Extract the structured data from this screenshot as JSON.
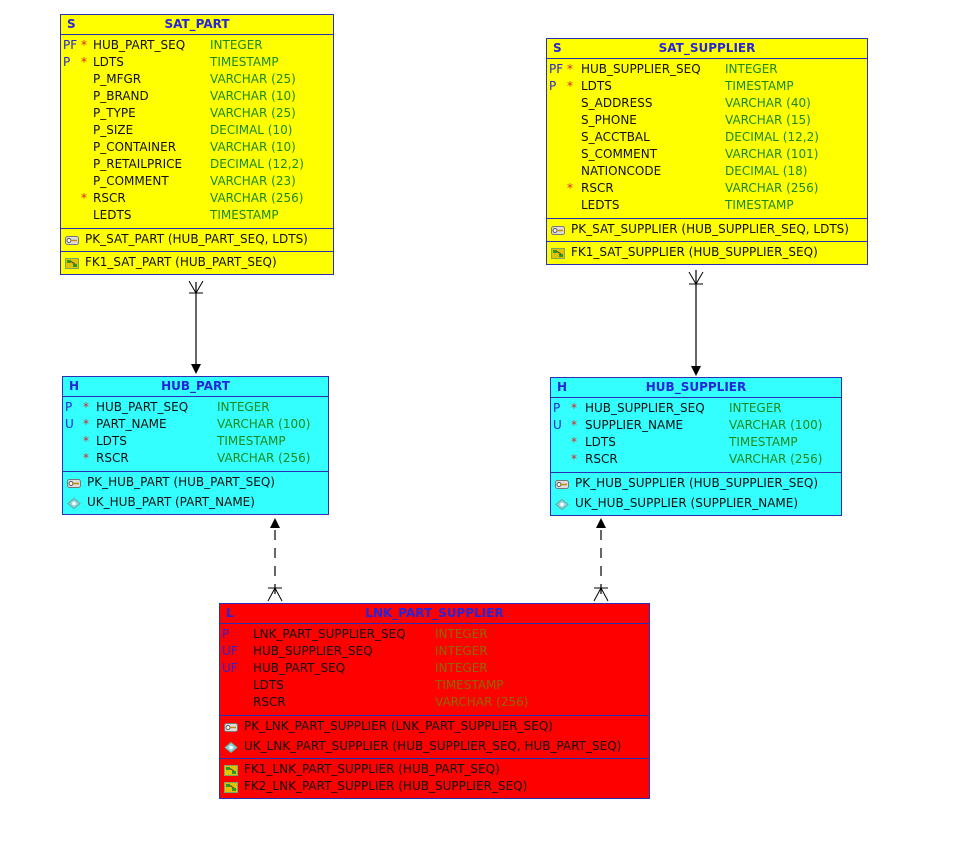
{
  "colors": {
    "sat": "#ffff00",
    "hub": "#33ffff",
    "link": "#ff0000",
    "border": "#2a2fb5",
    "title": "#2626d9",
    "type": "#1b8a1b",
    "required": "#dd2222"
  },
  "sat_part": {
    "type": "S",
    "name": "SAT_PART",
    "columns": [
      {
        "key": "PF",
        "req": "*",
        "name": "HUB_PART_SEQ",
        "type": "INTEGER"
      },
      {
        "key": "P",
        "req": "*",
        "name": "LDTS",
        "type": "TIMESTAMP"
      },
      {
        "key": "",
        "req": "",
        "name": "P_MFGR",
        "type": "VARCHAR (25)"
      },
      {
        "key": "",
        "req": "",
        "name": "P_BRAND",
        "type": "VARCHAR (10)"
      },
      {
        "key": "",
        "req": "",
        "name": "P_TYPE",
        "type": "VARCHAR (25)"
      },
      {
        "key": "",
        "req": "",
        "name": "P_SIZE",
        "type": "DECIMAL (10)"
      },
      {
        "key": "",
        "req": "",
        "name": "P_CONTAINER",
        "type": "VARCHAR (10)"
      },
      {
        "key": "",
        "req": "",
        "name": "P_RETAILPRICE",
        "type": "DECIMAL (12,2)"
      },
      {
        "key": "",
        "req": "",
        "name": "P_COMMENT",
        "type": "VARCHAR (23)"
      },
      {
        "key": "",
        "req": "*",
        "name": "RSCR",
        "type": "VARCHAR (256)"
      },
      {
        "key": "",
        "req": "",
        "name": "LEDTS",
        "type": "TIMESTAMP"
      }
    ],
    "pk": [
      "PK_SAT_PART (HUB_PART_SEQ, LDTS)"
    ],
    "fk": [
      "FK1_SAT_PART (HUB_PART_SEQ)"
    ]
  },
  "sat_supplier": {
    "type": "S",
    "name": "SAT_SUPPLIER",
    "columns": [
      {
        "key": "PF",
        "req": "*",
        "name": "HUB_SUPPLIER_SEQ",
        "type": "INTEGER"
      },
      {
        "key": "P",
        "req": "*",
        "name": "LDTS",
        "type": "TIMESTAMP"
      },
      {
        "key": "",
        "req": "",
        "name": "S_ADDRESS",
        "type": "VARCHAR (40)"
      },
      {
        "key": "",
        "req": "",
        "name": "S_PHONE",
        "type": "VARCHAR (15)"
      },
      {
        "key": "",
        "req": "",
        "name": "S_ACCTBAL",
        "type": "DECIMAL (12,2)"
      },
      {
        "key": "",
        "req": "",
        "name": "S_COMMENT",
        "type": "VARCHAR (101)"
      },
      {
        "key": "",
        "req": "",
        "name": "NATIONCODE",
        "type": "DECIMAL (18)"
      },
      {
        "key": "",
        "req": "*",
        "name": "RSCR",
        "type": "VARCHAR (256)"
      },
      {
        "key": "",
        "req": "",
        "name": "LEDTS",
        "type": "TIMESTAMP"
      }
    ],
    "pk": [
      "PK_SAT_SUPPLIER (HUB_SUPPLIER_SEQ, LDTS)"
    ],
    "fk": [
      "FK1_SAT_SUPPLIER (HUB_SUPPLIER_SEQ)"
    ]
  },
  "hub_part": {
    "type": "H",
    "name": "HUB_PART",
    "columns": [
      {
        "key": "P",
        "req": "*",
        "name": "HUB_PART_SEQ",
        "type": "INTEGER"
      },
      {
        "key": "U",
        "req": "*",
        "name": "PART_NAME",
        "type": "VARCHAR (100)"
      },
      {
        "key": "",
        "req": "*",
        "name": "LDTS",
        "type": "TIMESTAMP"
      },
      {
        "key": "",
        "req": "*",
        "name": "RSCR",
        "type": "VARCHAR (256)"
      }
    ],
    "pk": [
      "PK_HUB_PART (HUB_PART_SEQ)"
    ],
    "uk": [
      "UK_HUB_PART (PART_NAME)"
    ]
  },
  "hub_supplier": {
    "type": "H",
    "name": "HUB_SUPPLIER",
    "columns": [
      {
        "key": "P",
        "req": "*",
        "name": "HUB_SUPPLIER_SEQ",
        "type": "INTEGER"
      },
      {
        "key": "U",
        "req": "*",
        "name": "SUPPLIER_NAME",
        "type": "VARCHAR (100)"
      },
      {
        "key": "",
        "req": "*",
        "name": "LDTS",
        "type": "TIMESTAMP"
      },
      {
        "key": "",
        "req": "*",
        "name": "RSCR",
        "type": "VARCHAR (256)"
      }
    ],
    "pk": [
      "PK_HUB_SUPPLIER (HUB_SUPPLIER_SEQ)"
    ],
    "uk": [
      "UK_HUB_SUPPLIER (SUPPLIER_NAME)"
    ]
  },
  "lnk_part_supplier": {
    "type": "L",
    "name": "LNK_PART_SUPPLIER",
    "columns": [
      {
        "key": "P",
        "req": "",
        "name": "LNK_PART_SUPPLIER_SEQ",
        "type": "INTEGER"
      },
      {
        "key": "UF",
        "req": "",
        "name": "HUB_SUPPLIER_SEQ",
        "type": "INTEGER"
      },
      {
        "key": "UF",
        "req": "",
        "name": "HUB_PART_SEQ",
        "type": "INTEGER"
      },
      {
        "key": "",
        "req": "",
        "name": "LDTS",
        "type": "TIMESTAMP"
      },
      {
        "key": "",
        "req": "",
        "name": "RSCR",
        "type": "VARCHAR (256)"
      }
    ],
    "pk": [
      "PK_LNK_PART_SUPPLIER (LNK_PART_SUPPLIER_SEQ)"
    ],
    "uk": [
      "UK_LNK_PART_SUPPLIER (HUB_SUPPLIER_SEQ, HUB_PART_SEQ)"
    ],
    "fk": [
      "FK1_LNK_PART_SUPPLIER (HUB_PART_SEQ)",
      "FK2_LNK_PART_SUPPLIER (HUB_SUPPLIER_SEQ)"
    ]
  }
}
